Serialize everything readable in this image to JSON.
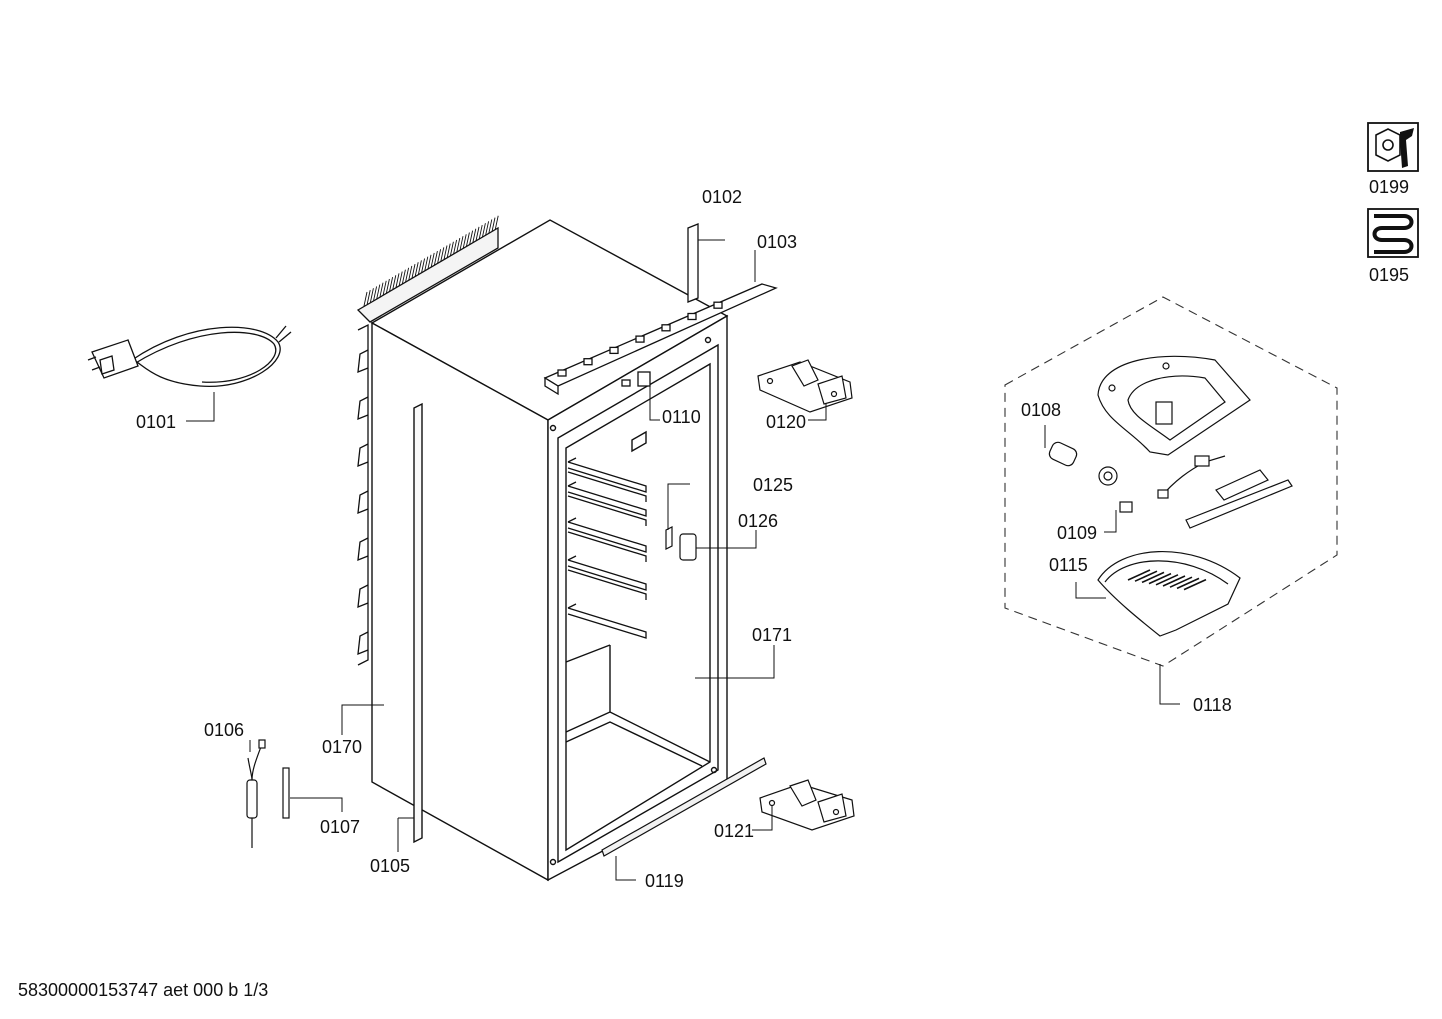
{
  "parts": {
    "p0101": "0101",
    "p0102": "0102",
    "p0103": "0103",
    "p0105": "0105",
    "p0106": "0106",
    "p0107": "0107",
    "p0108": "0108",
    "p0109": "0109",
    "p0110": "0110",
    "p0115": "0115",
    "p0118": "0118",
    "p0119": "0119",
    "p0120": "0120",
    "p0121": "0121",
    "p0125": "0125",
    "p0126": "0126",
    "p0170": "0170",
    "p0171": "0171",
    "p0195": "0195",
    "p0199": "0199"
  },
  "footer": {
    "document_id": "58300000153747 aet 000 b 1/3"
  },
  "icons": {
    "tools": "wrench-nut-icon",
    "heater": "heating-coil-icon"
  }
}
